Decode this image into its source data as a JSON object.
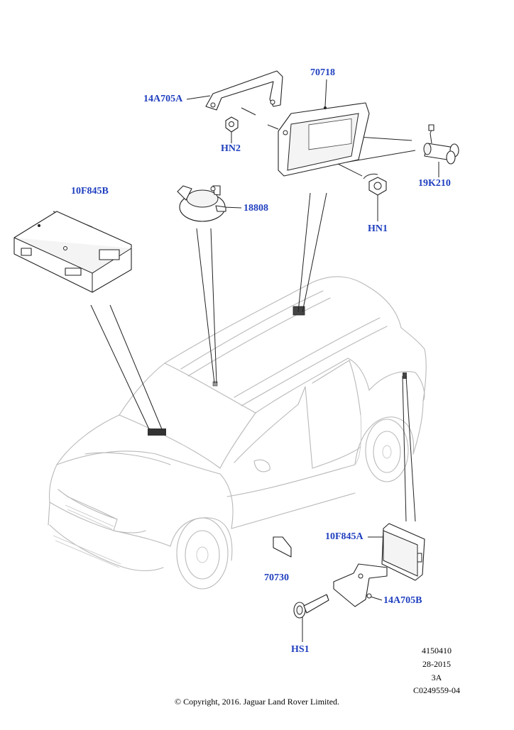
{
  "labels": {
    "p70718": "70718",
    "p14A705A": "14A705A",
    "pHN2": "HN2",
    "p19K210": "19K210",
    "p10F845B": "10F845B",
    "p18808": "18808",
    "pHN1": "HN1",
    "p10F845A": "10F845A",
    "p70730": "70730",
    "p14A705B": "14A705B",
    "pHS1": "HS1"
  },
  "meta": {
    "line1": "4150410",
    "line2": "28-2015",
    "line3": "3A",
    "line4": "C0249559-04"
  },
  "copyright": "© Copyright, 2016. Jaguar Land Rover Limited.",
  "colors": {
    "label": "#1f3fbf",
    "car_outline": "#b9b9b9",
    "part_outline": "#222222"
  }
}
